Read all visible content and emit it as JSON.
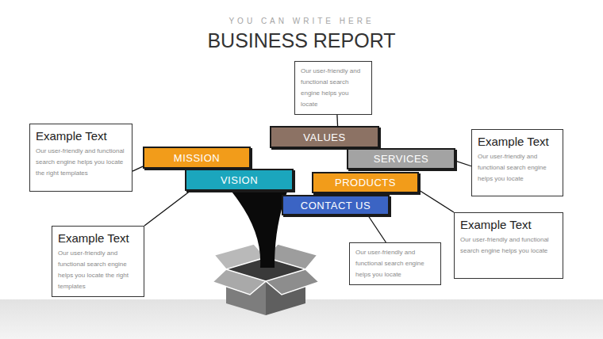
{
  "diagram": {
    "title": "BUSINESS REPORT",
    "nodes": [
      {
        "text": [
          "Our user-friendly and functional search engine helps you locate"
        ]
      },
      {
        "text": [
          "Example Text",
          "Our user-friendly and functional search engine helps you locate the right templates"
        ]
      },
      {
        "text": [
          "VALUES"
        ]
      },
      {
        "text": [
          "Example Text",
          "Our user-friendly and functional search engine helps you locate"
        ]
      },
      {
        "text": [
          "MISSION"
        ]
      },
      {
        "text": [
          "SERVICES"
        ]
      },
      {
        "text": [
          "VISION"
        ]
      },
      {
        "text": [
          "PRODUCTS"
        ]
      },
      {
        "text": [
          "CONTACT US"
        ]
      },
      {
        "text": [
          "Example Text",
          "Our user-friendly and functional search engine helps you locate"
        ]
      },
      {
        "text": [
          "Example Text",
          "Our user-friendly and functional search engine helps you locate the right templates"
        ]
      },
      {
        "text": [
          "Our user-friendly and functional search engine helps you locate"
        ]
      }
    ],
    "edges": [
      {
        "from": 2,
        "to": 0,
        "arrow": "none"
      },
      {
        "from": 4,
        "to": 1,
        "arrow": "none"
      },
      {
        "from": 5,
        "to": 3,
        "arrow": "none"
      },
      {
        "from": 6,
        "to": 10,
        "arrow": "none"
      },
      {
        "from": 7,
        "to": 9,
        "arrow": "none"
      },
      {
        "from": 8,
        "to": 11,
        "arrow": "none"
      }
    ],
    "labels": [
      "YOU CAN WRITE HERE"
    ]
  }
}
